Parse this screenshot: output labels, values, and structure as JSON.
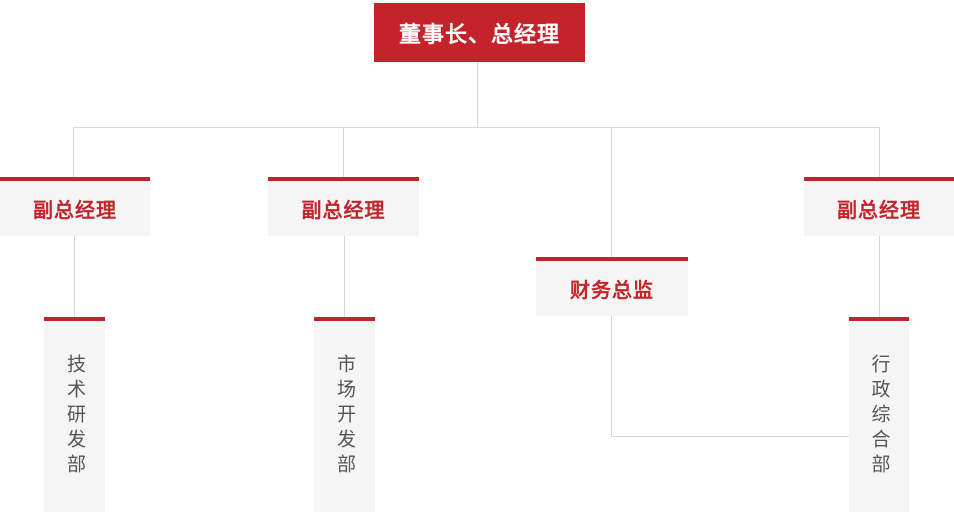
{
  "org_chart": {
    "root": {
      "id": "chairman",
      "label": "董事长、总经理"
    },
    "level2": [
      {
        "id": "vp_left",
        "label": "副总经理"
      },
      {
        "id": "vp_middle",
        "label": "副总经理"
      },
      {
        "id": "cfo",
        "label": "财务总监"
      },
      {
        "id": "vp_right",
        "label": "副总经理"
      }
    ],
    "level3": [
      {
        "id": "dept_tech",
        "label": "技术研发部"
      },
      {
        "id": "dept_market",
        "label": "市场开发部"
      },
      {
        "id": "dept_admin",
        "label": "行政综合部"
      }
    ],
    "edges": [
      {
        "from": "chairman",
        "to": "vp_left"
      },
      {
        "from": "chairman",
        "to": "vp_middle"
      },
      {
        "from": "chairman",
        "to": "cfo"
      },
      {
        "from": "chairman",
        "to": "vp_right"
      },
      {
        "from": "vp_left",
        "to": "dept_tech"
      },
      {
        "from": "vp_middle",
        "to": "dept_market"
      },
      {
        "from": "vp_right",
        "to": "dept_admin"
      },
      {
        "from": "cfo",
        "to": "dept_admin"
      }
    ]
  },
  "colors": {
    "primary_red": "#C4232C",
    "box_background": "#F5F5F5",
    "connector_gray": "#D8D8D8",
    "dept_text_gray": "#565656",
    "root_text": "#FFFFFF"
  }
}
